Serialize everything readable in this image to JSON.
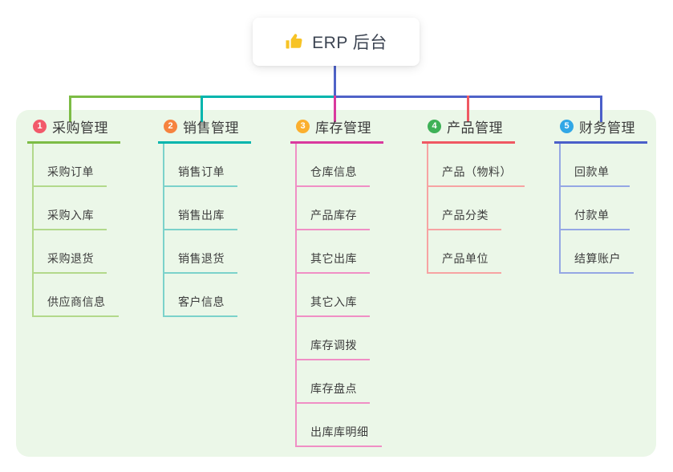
{
  "root": {
    "title": "ERP 后台",
    "icon": "thumbs-up-icon"
  },
  "branches": [
    {
      "num": "1",
      "title": "采购管理",
      "badge_color": "#f2596a",
      "line_color": "#7cbc45",
      "child_line_color": "#b2d98b",
      "children": [
        "采购订单",
        "采购入库",
        "采购退货",
        "供应商信息"
      ]
    },
    {
      "num": "2",
      "title": "销售管理",
      "badge_color": "#f6833f",
      "line_color": "#00b5ad",
      "child_line_color": "#7bd2cb",
      "children": [
        "销售订单",
        "销售出库",
        "销售退货",
        "客户信息"
      ]
    },
    {
      "num": "3",
      "title": "库存管理",
      "badge_color": "#fbaf2e",
      "line_color": "#d9399e",
      "child_line_color": "#f08fc5",
      "children": [
        "仓库信息",
        "产品库存",
        "其它出库",
        "其它入库",
        "库存调拨",
        "库存盘点",
        "出库库明细"
      ]
    },
    {
      "num": "4",
      "title": "产品管理",
      "badge_color": "#3eb157",
      "line_color": "#ef5862",
      "child_line_color": "#f7a3a3",
      "children": [
        "产品（物料）",
        "产品分类",
        "产品单位"
      ]
    },
    {
      "num": "5",
      "title": "财务管理",
      "badge_color": "#31a7e6",
      "line_color": "#4a5fc9",
      "child_line_color": "#95a7e4",
      "children": [
        "回款单",
        "付款单",
        "结算账户"
      ]
    }
  ],
  "colors": {
    "canvas_bg": "#ffffff",
    "panel_bg": "#ebf7e8",
    "root_line": "#4f63c8",
    "root_text": "#3c4452",
    "node_text": "#3d3d3d",
    "thumb_yellow": "#f7c325"
  }
}
